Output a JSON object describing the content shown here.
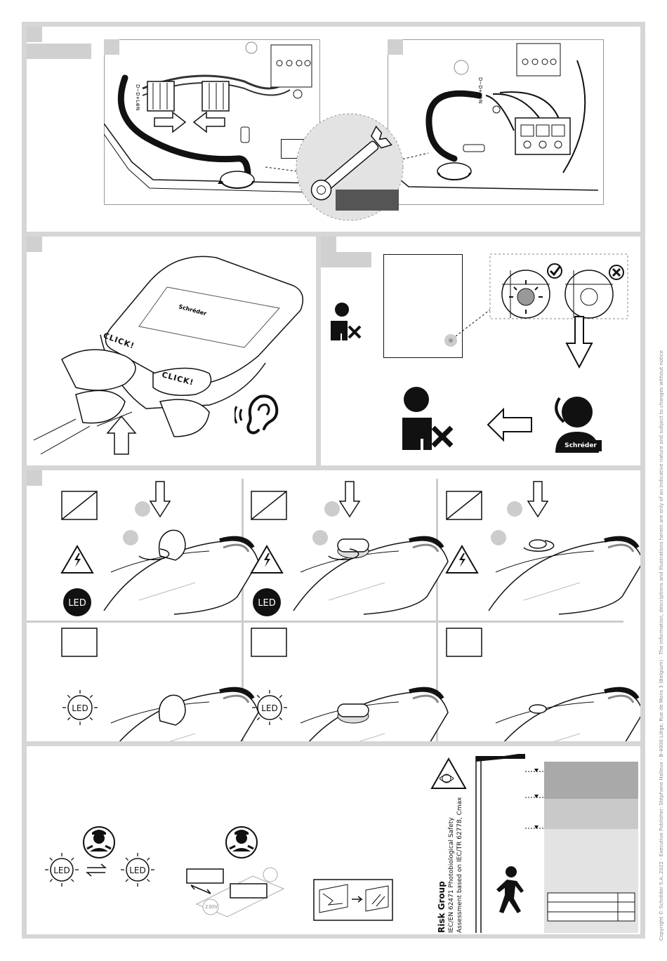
{
  "sec2": {
    "click_a": "CLICK!",
    "click_b": "CLICK!"
  },
  "sec3": {
    "brand_badge": "Schréder",
    "lum_brand": "Schréder"
  },
  "sec4": {
    "led_label": "LED"
  },
  "sec5": {
    "led_label": "LED",
    "voltage": "230V",
    "risk_title": "Risk Group",
    "risk_line1": "IEC/EN 62471 Photobiological Safety",
    "risk_line2": "Assessment based on IEC/TR 62778, Cmax"
  },
  "copyright": "Copyright © Schréder S.A. 2022 - Executive Publisher: Stéphane Halleux - B-4000 Liège, Rue de Mons 3 (Belgium) - The information, descriptions and illustrations herein are only of an indicative nature and subject to changes without notice",
  "colors": {
    "frame": "#d6d6d6",
    "tag": "#d0d0d0",
    "dark_box": "#555555",
    "risk_dark": "#a9a9a9",
    "risk_mid": "#c9c9c9",
    "risk_light": "#e3e3e3"
  },
  "icons": [
    "electrician-icon",
    "ear-icon",
    "support-phone-icon",
    "wrench-icon",
    "high-voltage-icon",
    "led-icon",
    "eye-hazard-icon",
    "pedestrian-icon",
    "maintenance-person-icon"
  ]
}
